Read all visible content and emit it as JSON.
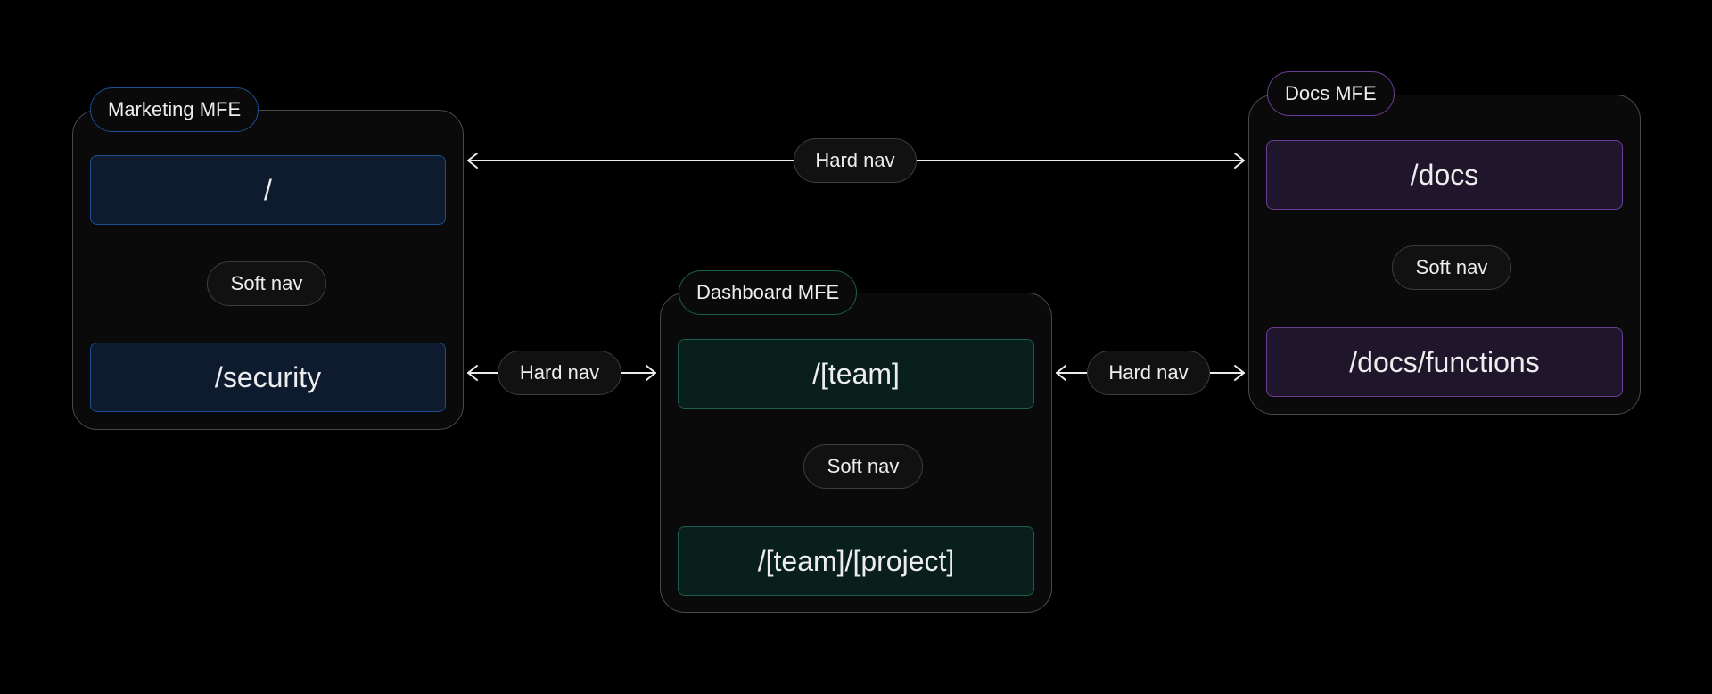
{
  "colors": {
    "background": "#000000",
    "line": "#ededed",
    "marketing_accent": "#1d4d8f",
    "marketing_fill": "#0e1b2e",
    "dashboard_accent": "#1a5e52",
    "dashboard_fill": "#091f1b",
    "docs_accent": "#6b3d96",
    "docs_fill": "#20162b"
  },
  "mfes": {
    "marketing": {
      "label": "Marketing MFE",
      "routes": [
        "/",
        "/security"
      ],
      "soft_nav": "Soft nav"
    },
    "dashboard": {
      "label": "Dashboard MFE",
      "routes": [
        "/[team]",
        "/[team]/[project]"
      ],
      "soft_nav": "Soft nav"
    },
    "docs": {
      "label": "Docs MFE",
      "routes": [
        "/docs",
        "/docs/functions"
      ],
      "soft_nav": "Soft nav"
    }
  },
  "hard_nav": {
    "marketing_docs": "Hard nav",
    "marketing_dashboard": "Hard nav",
    "dashboard_docs": "Hard nav"
  }
}
